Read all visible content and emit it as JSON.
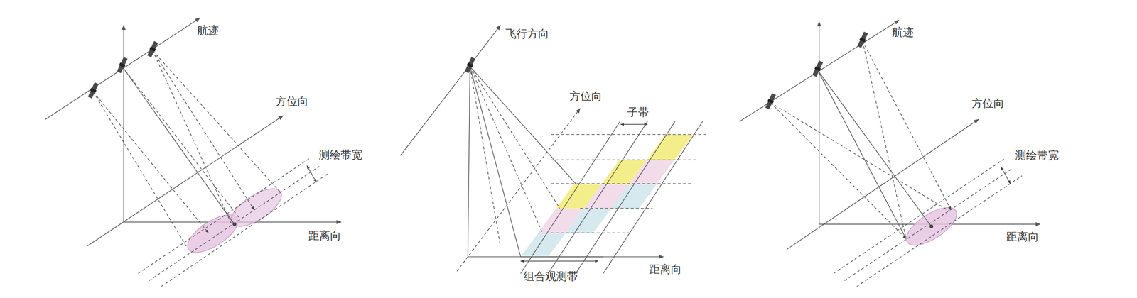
{
  "diagram": {
    "labels": [
      "航迹",
      "方位向",
      "测绘带宽",
      "距离向",
      "飞行方向",
      "方位向",
      "子带",
      "组合观测带",
      "距离向",
      "航迹",
      "方位向",
      "测绘带宽",
      "距离向"
    ]
  }
}
